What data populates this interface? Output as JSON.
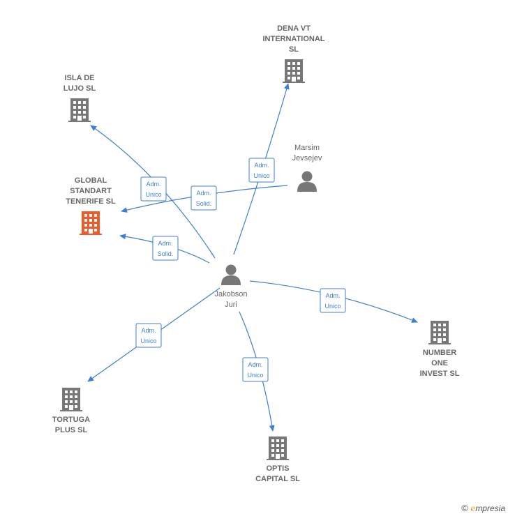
{
  "nodes": [
    {
      "id": "dena",
      "type": "company",
      "lines": [
        "DENA VT",
        "INTERNATIONAL",
        "SL"
      ],
      "color": "#777777"
    },
    {
      "id": "isla",
      "type": "company",
      "lines": [
        "ISLA DE",
        "LUJO  SL"
      ],
      "color": "#777777"
    },
    {
      "id": "global",
      "type": "company",
      "lines": [
        "GLOBAL",
        "STANDART",
        "TENERIFE  SL"
      ],
      "color": "#f05a28"
    },
    {
      "id": "marsim",
      "type": "person",
      "lines": [
        "Marsim",
        "Jevsejev"
      ],
      "color": "#777777"
    },
    {
      "id": "jakobson",
      "type": "person",
      "lines": [
        "Jakobson",
        "Juri"
      ],
      "color": "#777777"
    },
    {
      "id": "number",
      "type": "company",
      "lines": [
        "NUMBER",
        "ONE",
        "INVEST  SL"
      ],
      "color": "#777777"
    },
    {
      "id": "tortuga",
      "type": "company",
      "lines": [
        "TORTUGA",
        "PLUS  SL"
      ],
      "color": "#777777"
    },
    {
      "id": "optis",
      "type": "company",
      "lines": [
        "OPTIS",
        "CAPITAL  SL"
      ],
      "color": "#777777"
    }
  ],
  "edges": [
    {
      "id": "jak-isla",
      "from": "jakobson",
      "to": "isla",
      "label": [
        "Adm.",
        "Unico"
      ]
    },
    {
      "id": "jak-dena",
      "from": "jakobson",
      "to": "dena",
      "label": [
        "Adm.",
        "Unico"
      ]
    },
    {
      "id": "mar-global",
      "from": "marsim",
      "to": "global",
      "label": [
        "Adm.",
        "Solid."
      ]
    },
    {
      "id": "jak-global",
      "from": "jakobson",
      "to": "global",
      "label": [
        "Adm.",
        "Solid."
      ]
    },
    {
      "id": "jak-number",
      "from": "jakobson",
      "to": "number",
      "label": [
        "Adm.",
        "Unico"
      ]
    },
    {
      "id": "jak-tortuga",
      "from": "jakobson",
      "to": "tortuga",
      "label": [
        "Adm.",
        "Unico"
      ]
    },
    {
      "id": "jak-optis",
      "from": "jakobson",
      "to": "optis",
      "label": [
        "Adm.",
        "Unico"
      ]
    }
  ],
  "footer": {
    "copyright": "©",
    "brand_initial": "e",
    "brand_rest": "mpresia"
  },
  "colors": {
    "edge": "#3b7fd4",
    "node_default": "#777777",
    "node_highlight": "#f05a28"
  }
}
